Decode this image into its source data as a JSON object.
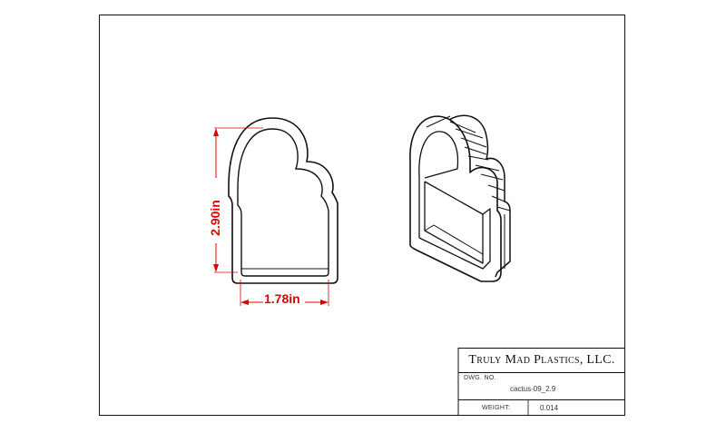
{
  "dimensions": {
    "height_label": "2.90in",
    "width_label": "1.78in"
  },
  "title_block": {
    "company": "Truly Mad Plastics, LLC.",
    "dwg_no_label": "DWG. NO.",
    "dwg_no_value": "cactus-09_2.9",
    "weight_label": "WEIGHT:",
    "weight_value": "0.014"
  },
  "colors": {
    "dimension": "#e00000",
    "lines": "#111111"
  }
}
